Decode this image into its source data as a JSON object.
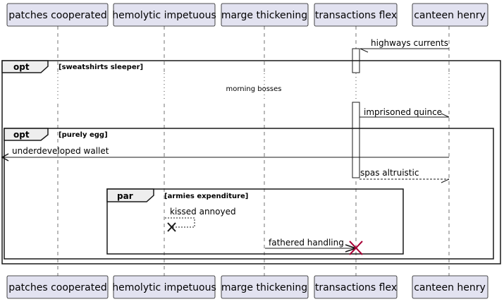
{
  "participants": [
    {
      "id": "p1",
      "label": "patches cooperated"
    },
    {
      "id": "p2",
      "label": "hemolytic impetuous"
    },
    {
      "id": "p3",
      "label": "marge thickening"
    },
    {
      "id": "p4",
      "label": "transactions flex"
    },
    {
      "id": "p5",
      "label": "canteen henry"
    }
  ],
  "fragments": [
    {
      "keyword": "opt",
      "condition": "[sweatshirts sleeper]"
    },
    {
      "keyword": "opt",
      "condition": "[purely egg]"
    },
    {
      "keyword": "par",
      "condition": "[armies expenditure]"
    }
  ],
  "divider": {
    "text": "morning bosses"
  },
  "messages": [
    {
      "from": "p5",
      "to": "p4",
      "label": "highways currents",
      "style": "solid",
      "head": "half"
    },
    {
      "from": "p4",
      "to": "p5",
      "label": "imprisoned quince",
      "style": "solid",
      "head": "half"
    },
    {
      "from": "p5",
      "to": "outside-left",
      "label": "underdeveloped wallet",
      "style": "solid",
      "head": "open"
    },
    {
      "from": "p4",
      "to": "p5",
      "label": "spas altruistic",
      "style": "dashed",
      "head": "half"
    },
    {
      "from": "p2",
      "to": "p2",
      "label": "kissed annoyed",
      "style": "dashed",
      "head": "destroy"
    },
    {
      "from": "p3",
      "to": "p4",
      "label": "fathered handling",
      "style": "solid",
      "head": "destroy"
    }
  ],
  "colors": {
    "participant_fill": "#E2E2F0",
    "participant_border": "#181818",
    "line": "#181818",
    "lifeline": "#181818",
    "destroy_small": "#181818",
    "destroy_big": "#A80036",
    "activation_fill": "#ffffff"
  }
}
